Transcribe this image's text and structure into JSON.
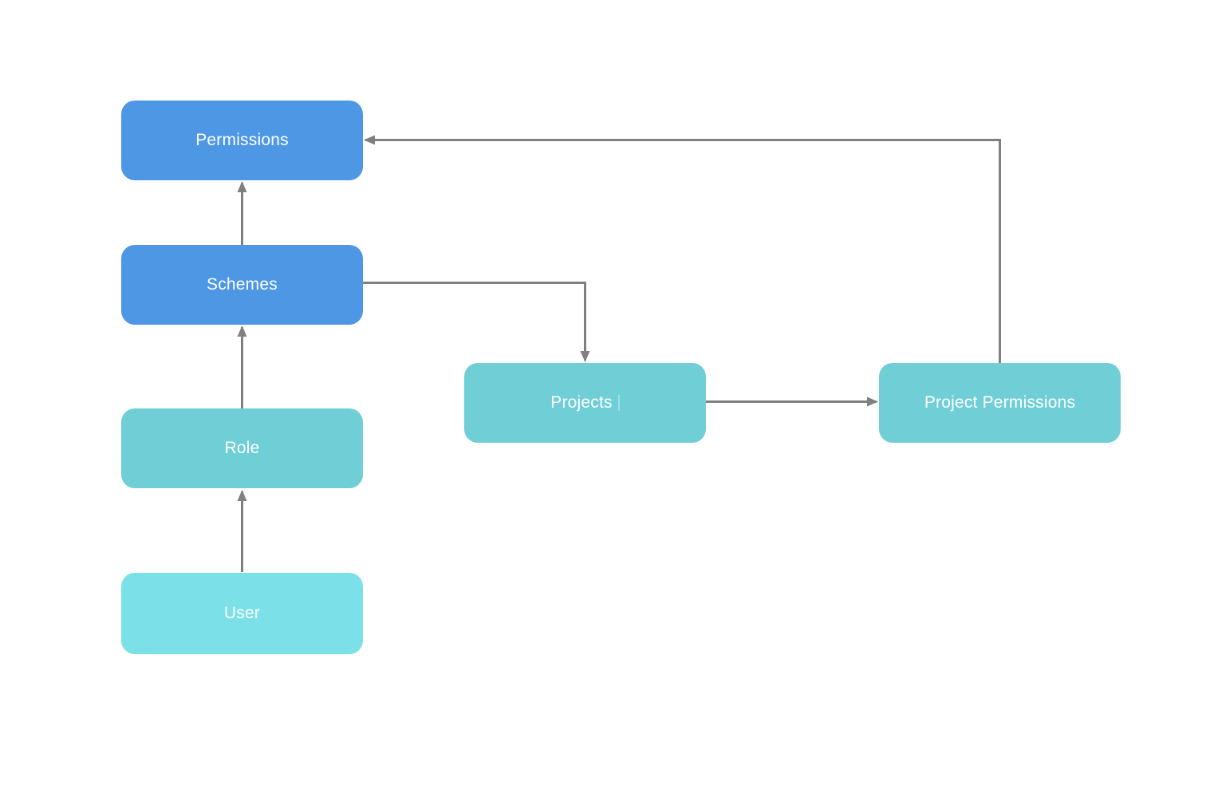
{
  "diagram": {
    "background_color": "#ffffff",
    "connector_color": "#808080",
    "text_color": "#ffffff",
    "nodes": {
      "permissions": {
        "label": "Permissions",
        "color": "#4e97e5"
      },
      "schemes": {
        "label": "Schemes",
        "color": "#4e97e5"
      },
      "role": {
        "label": "Role",
        "color": "#70ced7"
      },
      "user": {
        "label": "User",
        "color": "#7ce0e8"
      },
      "projects": {
        "label": "Projects",
        "color": "#70ced7"
      },
      "project_permissions": {
        "label": "Project Permissions",
        "color": "#70ced7"
      }
    },
    "edges": [
      {
        "from": "User",
        "to": "Role",
        "arrow": "up"
      },
      {
        "from": "Role",
        "to": "Schemes",
        "arrow": "up"
      },
      {
        "from": "Schemes",
        "to": "Permissions",
        "arrow": "up"
      },
      {
        "from": "Schemes",
        "to": "Projects",
        "arrow": "right-then-down"
      },
      {
        "from": "Projects",
        "to": "Project Permissions",
        "arrow": "right"
      },
      {
        "from": "Project Permissions",
        "to": "Permissions",
        "arrow": "up-then-left"
      }
    ]
  }
}
